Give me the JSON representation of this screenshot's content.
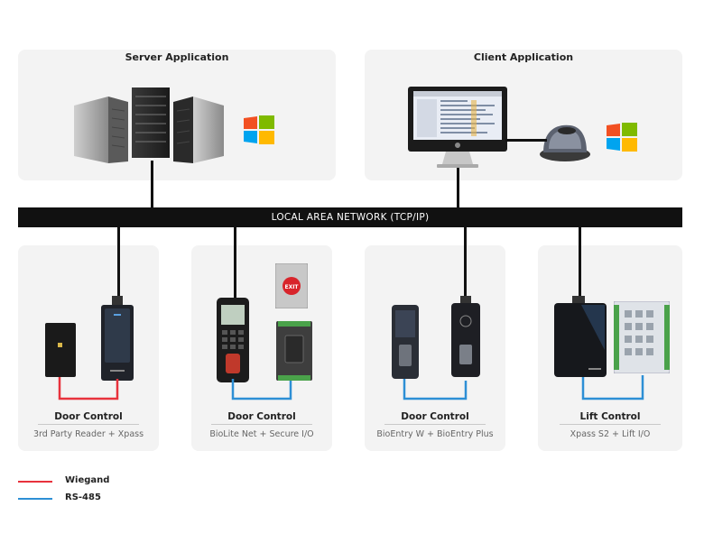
{
  "server": {
    "title": "Server Application"
  },
  "client": {
    "title": "Client Application"
  },
  "network": {
    "label": "LOCAL AREA NETWORK (TCP/IP)"
  },
  "devices": [
    {
      "title": "Door Control",
      "subtitle": "3rd Party Reader + Xpass"
    },
    {
      "title": "Door Control",
      "subtitle": "BioLite Net + Secure I/O"
    },
    {
      "title": "Door Control",
      "subtitle": "BioEntry W + BioEntry Plus"
    },
    {
      "title": "Lift Control",
      "subtitle": "Xpass S2 + Lift I/O"
    }
  ],
  "exit_button": {
    "label": "EXIT"
  },
  "legend": [
    {
      "label": "Wiegand",
      "color": "#e8323c"
    },
    {
      "label": "RS-485",
      "color": "#2d8fd5"
    }
  ],
  "colors": {
    "wiegand": "#e8323c",
    "rs485": "#2d8fd5",
    "network": "#111111"
  }
}
